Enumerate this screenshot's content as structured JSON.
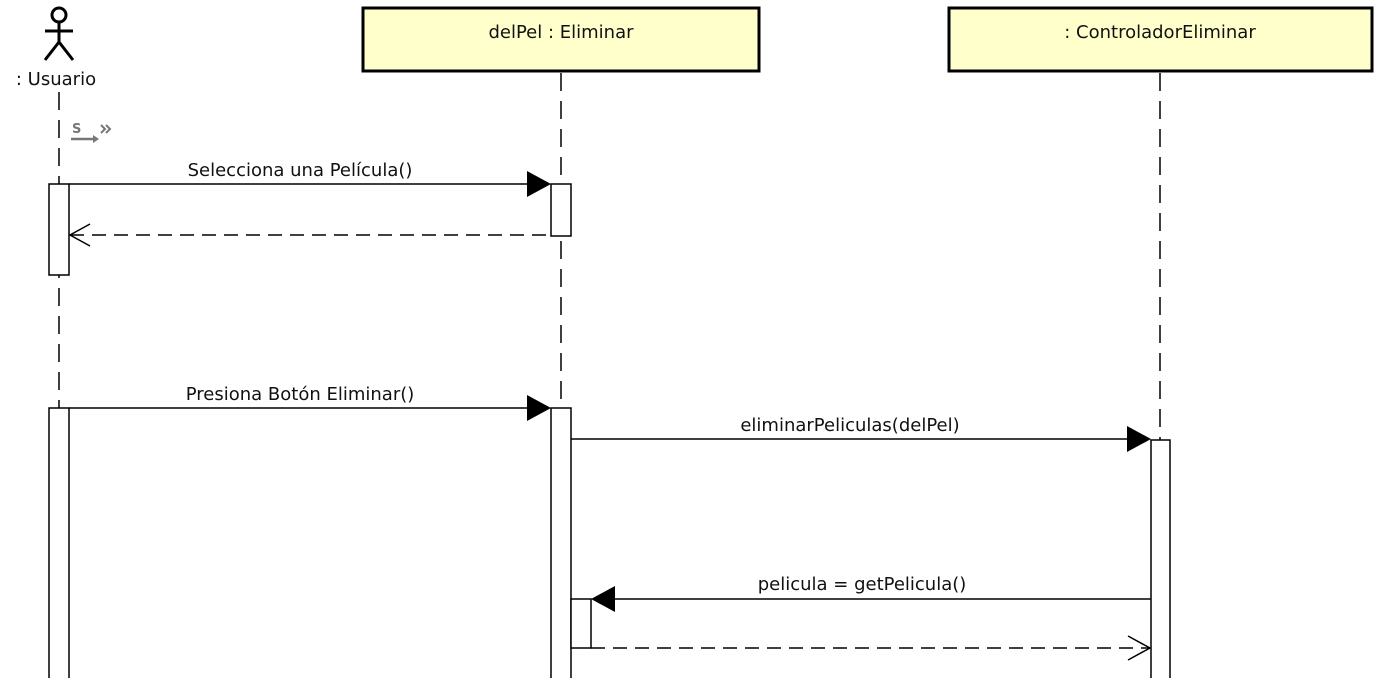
{
  "colors": {
    "lifeline_header_fill": "#ffffcc",
    "stroke": "#000000",
    "activation_fill": "#ffffff",
    "stereotype_icon": "#777777"
  },
  "actor": {
    "name": ": Usuario",
    "icon": "stick-figure-icon"
  },
  "lifelines": [
    {
      "name": "delPel : Eliminar"
    },
    {
      "name": ": ControladorEliminar"
    }
  ],
  "stereotype_marker": {
    "letter": "S",
    "icon": "double-chevron-icon"
  },
  "messages": [
    {
      "label": "Selecciona una Película()",
      "kind": "synchronous"
    },
    {
      "label": "",
      "kind": "return"
    },
    {
      "label": "Presiona Botón Eliminar()",
      "kind": "synchronous"
    },
    {
      "label": "eliminarPeliculas(delPel)",
      "kind": "synchronous"
    },
    {
      "label": "pelicula = getPelicula()",
      "kind": "synchronous"
    },
    {
      "label": "",
      "kind": "return"
    }
  ]
}
